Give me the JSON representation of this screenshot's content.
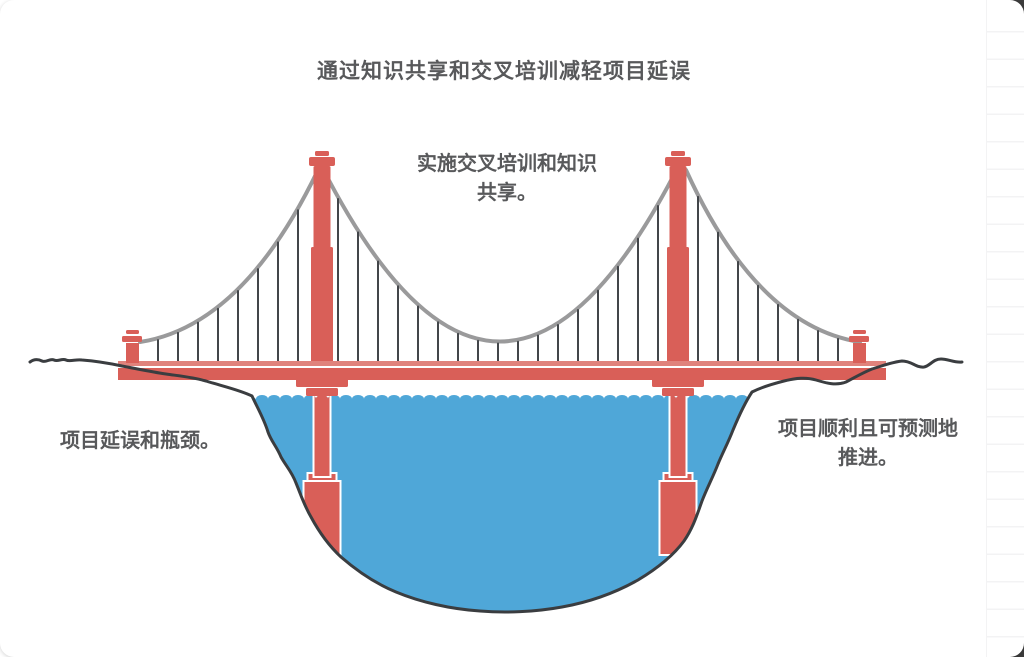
{
  "title": "通过知识共享和交叉培训减轻项目延误",
  "labels": {
    "center": {
      "line1": "实施交叉培训和知识",
      "line2": "共享。"
    },
    "left": "项目延误和瓶颈。",
    "right": {
      "line1": "项目顺利且可预测地",
      "line2": "推进。"
    }
  },
  "illustration": {
    "name": "suspension-bridge-over-water",
    "parts": [
      "left-anchor-pier",
      "left-tower",
      "right-tower",
      "right-anchor-pier",
      "bridge-deck",
      "main-cable",
      "side-cables",
      "hanger-cables",
      "water-basin",
      "terrain-outline"
    ]
  },
  "colors": {
    "structure_red": "#D95F58",
    "deck_top_red": "#E0837C",
    "cable_gray": "#9A9A9B",
    "hanger_dark": "#43464A",
    "terrain_dark": "#3A3D40",
    "water_blue": "#4FA7D8",
    "text_gray": "#58595B",
    "ruled_line": "#F3F3F4",
    "corner_dark": "#3C3C3C"
  }
}
